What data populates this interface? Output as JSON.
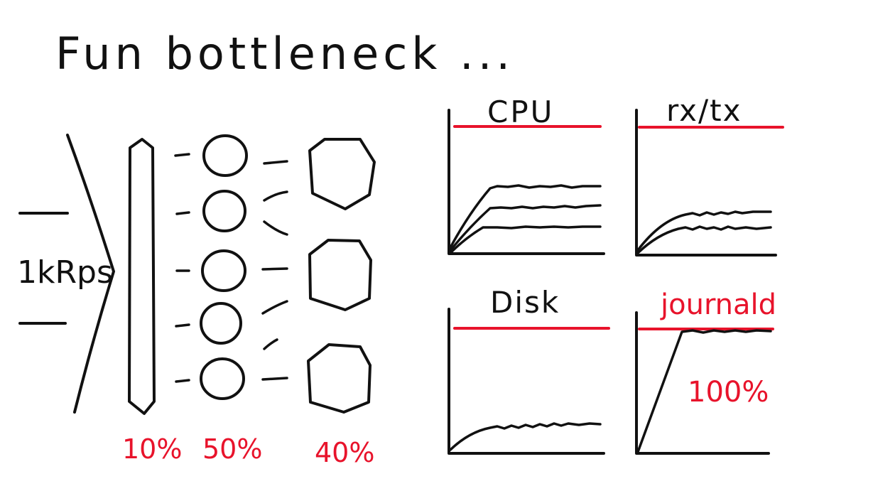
{
  "title": "Fun bottleneck ...",
  "input": {
    "label": "1kRps"
  },
  "layers": {
    "load_balancer_pct": "10%",
    "services_pct": "50%",
    "backends_pct": "40%"
  },
  "charts": {
    "cpu": {
      "title": "CPU"
    },
    "net": {
      "title": "rx/tx"
    },
    "disk": {
      "title": "Disk"
    },
    "journald": {
      "title": "journald",
      "value_label": "100%"
    }
  },
  "colors": {
    "ink": "#111111",
    "accent": "#e8132b"
  }
}
